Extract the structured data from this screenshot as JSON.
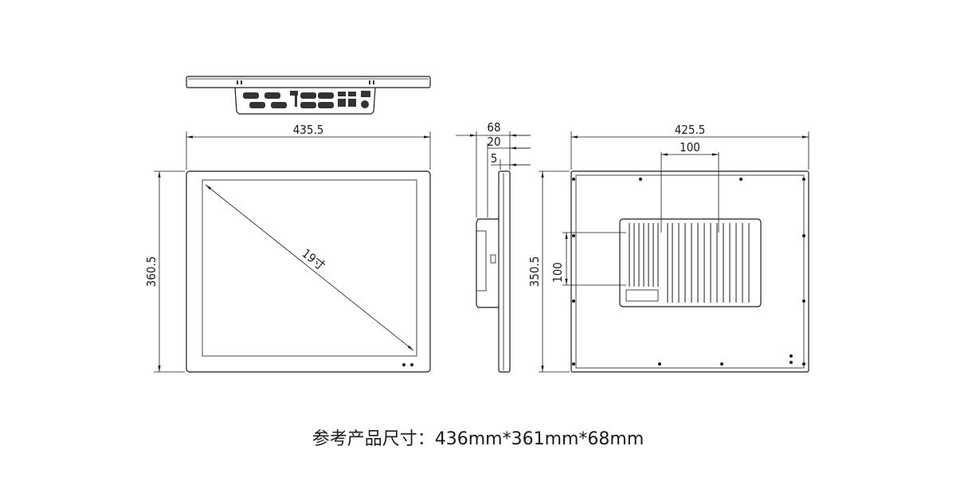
{
  "dimensions": {
    "front_width": "435.5",
    "front_height": "360.5",
    "diagonal": "19寸",
    "side_depth": "68",
    "side_bezel": "20",
    "side_panel": "5",
    "back_width": "425.5",
    "back_height": "350.5",
    "mount_horizontal": "100",
    "mount_vertical": "100"
  },
  "caption": "参考产品尺寸：436mm*361mm*68mm"
}
